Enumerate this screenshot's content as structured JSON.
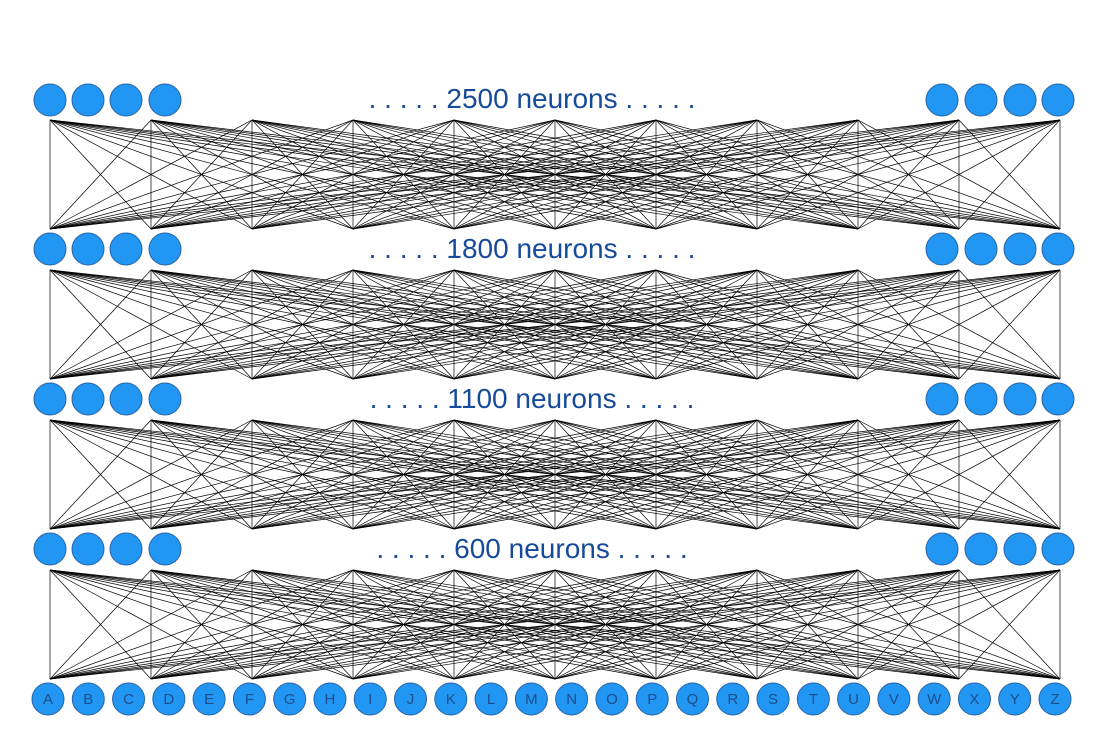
{
  "colors": {
    "neuron_fill": "#2196F3",
    "neuron_stroke": "#2a64a8",
    "label_text": "#164a9a",
    "input_text": "#1e4e8c",
    "edge": "#000000"
  },
  "layers": [
    {
      "label": ". . . . . 2500 neurons . . . . ."
    },
    {
      "label": ". . . . . 1800 neurons . . . . ."
    },
    {
      "label": ". . . . . 1100 neurons . . . . ."
    },
    {
      "label": ". . . . . 600 neurons . . . . ."
    }
  ],
  "input_nodes": [
    "A",
    "B",
    "C",
    "D",
    "E",
    "F",
    "G",
    "H",
    "I",
    "J",
    "K",
    "L",
    "M",
    "N",
    "O",
    "P",
    "Q",
    "R",
    "S",
    "T",
    "U",
    "V",
    "W",
    "X",
    "Y",
    "Z"
  ]
}
